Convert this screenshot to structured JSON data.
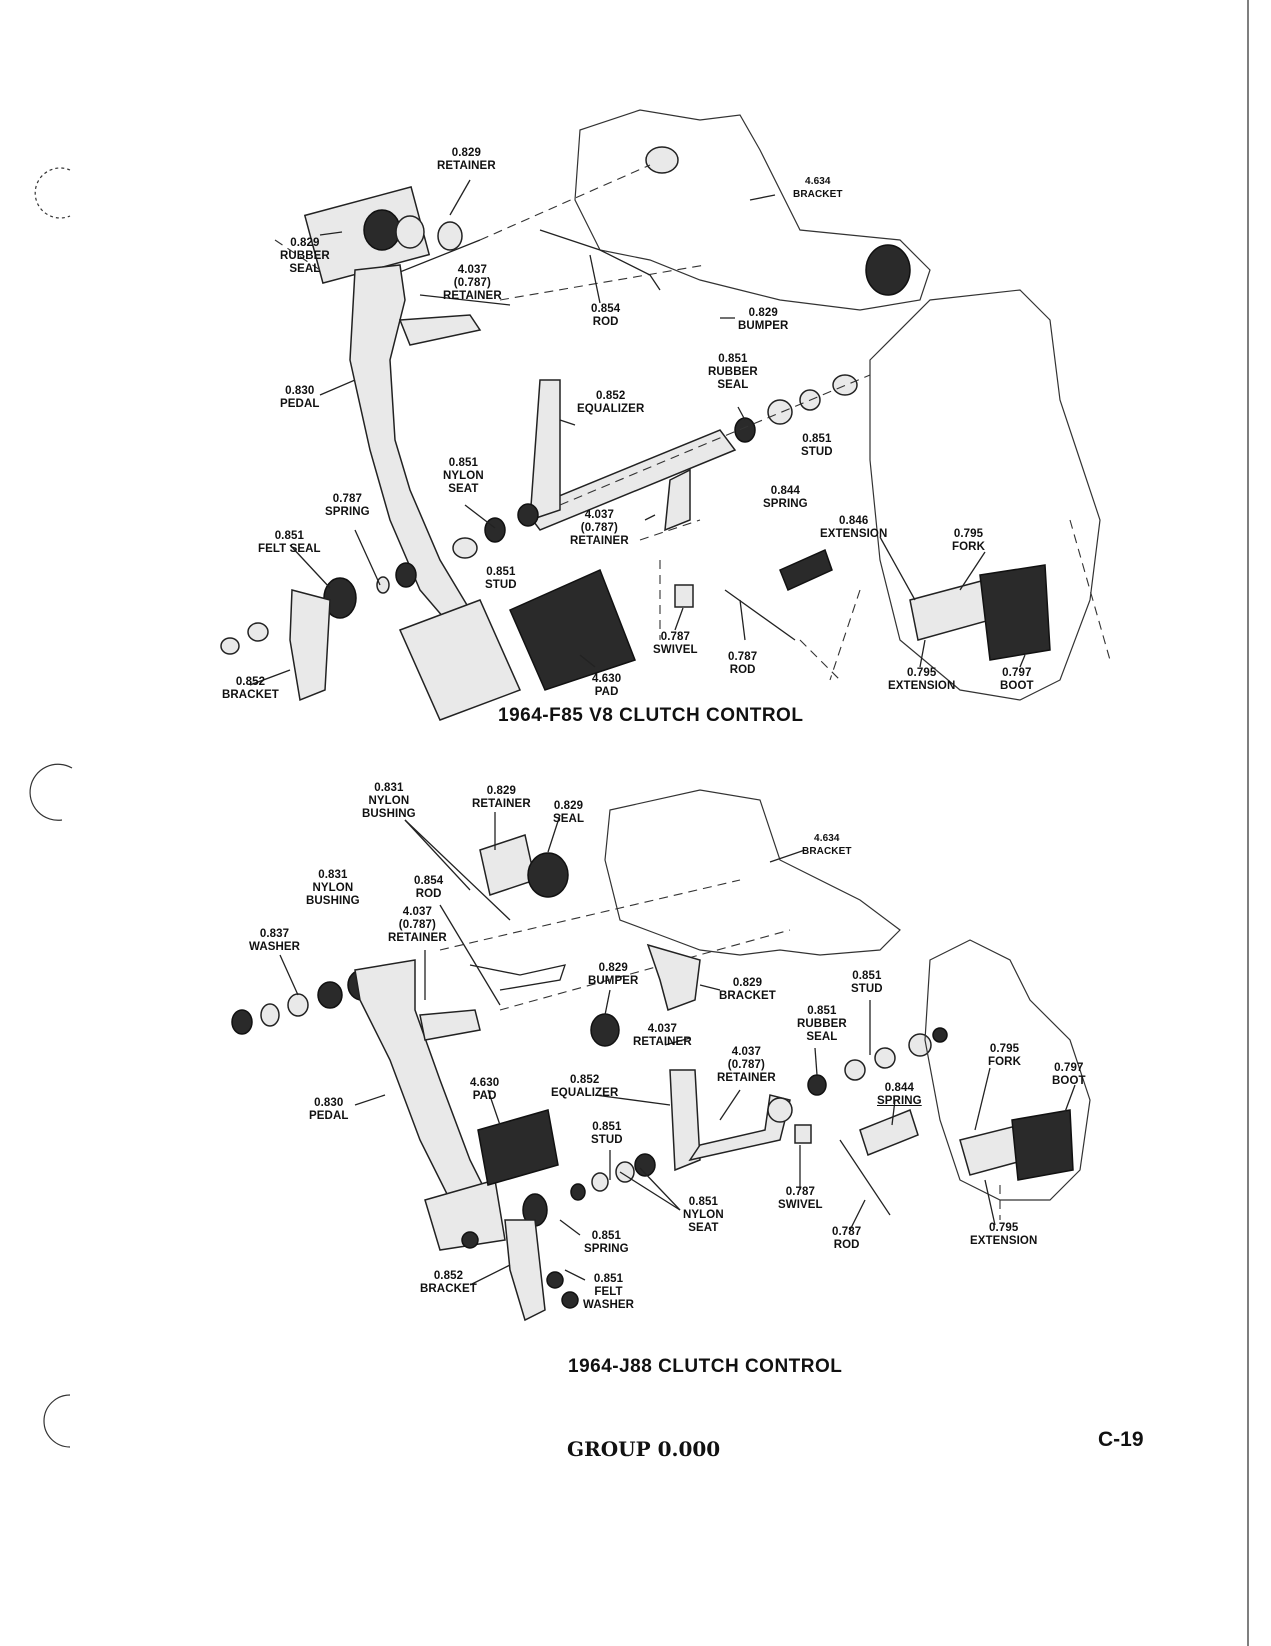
{
  "diagram_top": {
    "title": "1964-F85 V8 CLUTCH CONTROL",
    "labels": [
      {
        "id": "retainer-0829",
        "lines": [
          "0.829",
          "RETAINER"
        ]
      },
      {
        "id": "bracket-4634",
        "lines": [
          "4.634",
          "BRACKET"
        ]
      },
      {
        "id": "rubber-seal-0829",
        "lines": [
          "0.829",
          "RUBBER",
          "SEAL"
        ]
      },
      {
        "id": "retainer-4037",
        "lines": [
          "4.037",
          "(0.787)",
          "RETAINER"
        ]
      },
      {
        "id": "rod-0854",
        "lines": [
          "0.854",
          "ROD"
        ]
      },
      {
        "id": "bumper-0829",
        "lines": [
          "0.829",
          "BUMPER"
        ]
      },
      {
        "id": "pedal-0830",
        "lines": [
          "0.830",
          "PEDAL"
        ]
      },
      {
        "id": "equalizer-0852",
        "lines": [
          "0.852",
          "EQUALIZER"
        ]
      },
      {
        "id": "rubber-seal-0851",
        "lines": [
          "0.851",
          "RUBBER",
          "SEAL"
        ]
      },
      {
        "id": "stud-0851-right",
        "lines": [
          "0.851",
          "STUD"
        ]
      },
      {
        "id": "nylon-seat-0851",
        "lines": [
          "0.851",
          "NYLON",
          "SEAT"
        ]
      },
      {
        "id": "spring-0787",
        "lines": [
          "0.787",
          "SPRING"
        ]
      },
      {
        "id": "retainer-4037-b",
        "lines": [
          "4.037",
          "(0.787)",
          "RETAINER"
        ]
      },
      {
        "id": "spring-0844",
        "lines": [
          "0.844",
          "SPRING"
        ]
      },
      {
        "id": "extension-0846",
        "lines": [
          "0.846",
          "EXTENSION"
        ]
      },
      {
        "id": "fork-0795",
        "lines": [
          "0.795",
          "FORK"
        ]
      },
      {
        "id": "felt-seal-0851",
        "lines": [
          "0.851",
          "FELT SEAL"
        ]
      },
      {
        "id": "stud-0851-left",
        "lines": [
          "0.851",
          "STUD"
        ]
      },
      {
        "id": "swivel-0787",
        "lines": [
          "0.787",
          "SWIVEL"
        ]
      },
      {
        "id": "rod-0787",
        "lines": [
          "0.787",
          "ROD"
        ]
      },
      {
        "id": "pad-4630",
        "lines": [
          "4.630",
          "PAD"
        ]
      },
      {
        "id": "bracket-0852",
        "lines": [
          "0.852",
          "BRACKET"
        ]
      },
      {
        "id": "extension-0795",
        "lines": [
          "0.795",
          "EXTENSION"
        ]
      },
      {
        "id": "boot-0797",
        "lines": [
          "0.797",
          "BOOT"
        ]
      }
    ]
  },
  "diagram_bottom": {
    "title": "1964-J88 CLUTCH CONTROL",
    "labels": [
      {
        "id": "nylon-bushing-0831-top",
        "lines": [
          "0.831",
          "NYLON",
          "BUSHING"
        ]
      },
      {
        "id": "retainer-0829",
        "lines": [
          "0.829",
          "RETAINER"
        ]
      },
      {
        "id": "seal-0829",
        "lines": [
          "0.829",
          "SEAL"
        ]
      },
      {
        "id": "bracket-4634",
        "lines": [
          "4.634",
          "BRACKET"
        ]
      },
      {
        "id": "nylon-bushing-0831",
        "lines": [
          "0.831",
          "NYLON",
          "BUSHING"
        ]
      },
      {
        "id": "rod-0854",
        "lines": [
          "0.854",
          "ROD"
        ]
      },
      {
        "id": "retainer-4037",
        "lines": [
          "4.037",
          "(0.787)",
          "RETAINER"
        ]
      },
      {
        "id": "washer-0837",
        "lines": [
          "0.837",
          "WASHER"
        ]
      },
      {
        "id": "bumper-0829",
        "lines": [
          "0.829",
          "BUMPER"
        ]
      },
      {
        "id": "bracket-0829",
        "lines": [
          "0.829",
          "BRACKET"
        ]
      },
      {
        "id": "stud-0851-right",
        "lines": [
          "0.851",
          "STUD"
        ]
      },
      {
        "id": "rubber-seal-0851",
        "lines": [
          "0.851",
          "RUBBER",
          "SEAL"
        ]
      },
      {
        "id": "retainer-4037-b",
        "lines": [
          "4.037",
          "RETAINER"
        ]
      },
      {
        "id": "retainer-4037-c",
        "lines": [
          "4.037",
          "(0.787)",
          "RETAINER"
        ]
      },
      {
        "id": "fork-0795",
        "lines": [
          "0.795",
          "FORK"
        ]
      },
      {
        "id": "boot-0797",
        "lines": [
          "0.797",
          "BOOT"
        ]
      },
      {
        "id": "spring-0844",
        "lines": [
          "0.844",
          "SPRING"
        ]
      },
      {
        "id": "pedal-0830",
        "lines": [
          "0.830",
          "PEDAL"
        ]
      },
      {
        "id": "pad-4630",
        "lines": [
          "4.630",
          "PAD"
        ]
      },
      {
        "id": "equalizer-0852",
        "lines": [
          "0.852",
          "EQUALIZER"
        ]
      },
      {
        "id": "stud-0851-left",
        "lines": [
          "0.851",
          "STUD"
        ]
      },
      {
        "id": "nylon-seat-0851",
        "lines": [
          "0.851",
          "NYLON",
          "SEAT"
        ]
      },
      {
        "id": "swivel-0787",
        "lines": [
          "0.787",
          "SWIVEL"
        ]
      },
      {
        "id": "rod-0787",
        "lines": [
          "0.787",
          "ROD"
        ]
      },
      {
        "id": "extension-0795",
        "lines": [
          "0.795",
          "EXTENSION"
        ]
      },
      {
        "id": "spring-0851",
        "lines": [
          "0.851",
          "SPRING"
        ]
      },
      {
        "id": "bracket-0852",
        "lines": [
          "0.852",
          "BRACKET"
        ]
      },
      {
        "id": "felt-washer-0851",
        "lines": [
          "0.851",
          "FELT",
          "WASHER"
        ]
      }
    ]
  },
  "footer": {
    "group": "GROUP 0.000",
    "page_number": "C-19"
  }
}
